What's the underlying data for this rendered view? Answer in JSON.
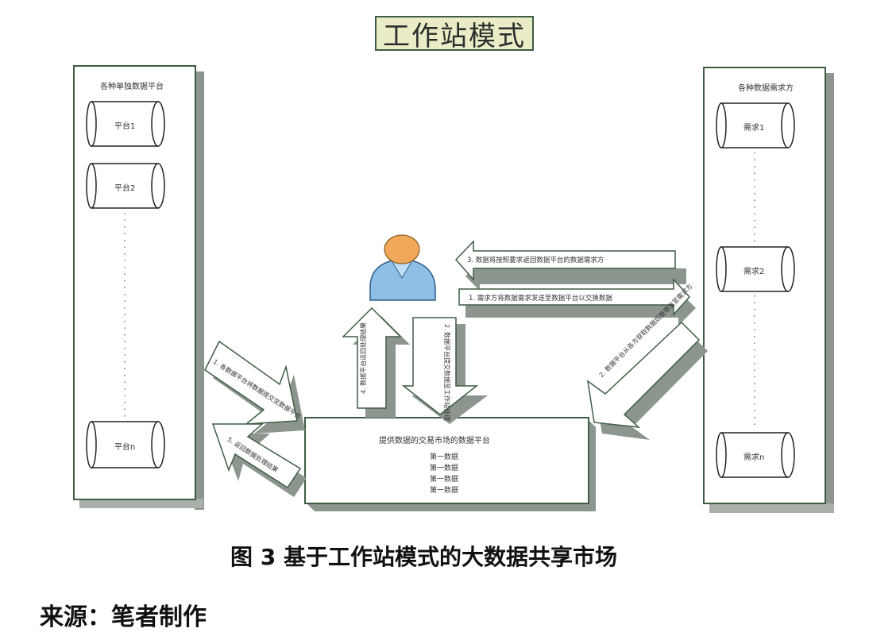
{
  "diagram_title": "工作站模式",
  "left_panel": {
    "title": "各种单独数据平台",
    "items": [
      "平台1",
      "平台2",
      "平台n"
    ]
  },
  "right_panel": {
    "title": "各种数据需求方",
    "items": [
      "需求1",
      "需求2",
      "需求n"
    ]
  },
  "center_box": {
    "title": "提供数据的交易市场的数据平台",
    "items": [
      "第一数据",
      "第一数据",
      "第一数据",
      "第一数据"
    ]
  },
  "arrows": {
    "top_right_upper": "3. 数据将按照要求返回数据平台的数据需求方",
    "top_right_lower": "1. 需求方将数据需求发送至数据平台以交换数据",
    "right_diagonal": "2. 数据平台从各方获取数据后整理发至需求方",
    "center_up": "4. 数据平台返回处理结果",
    "center_down": "2. 数据平台提交数据至工作站处理",
    "left_upper": "1. 各数据平台将数据提交至数据平台",
    "left_lower": "5. 返回数据处理结果"
  },
  "caption": "图 3  基于工作站模式的大数据共享市场",
  "source": "来源：笔者制作",
  "colors": {
    "border": "#3f5d44",
    "title_bg": "#e9ecc5",
    "shadow": "#8d968e",
    "person_head": "#f0a85a",
    "person_body": "#8fbfe6"
  }
}
